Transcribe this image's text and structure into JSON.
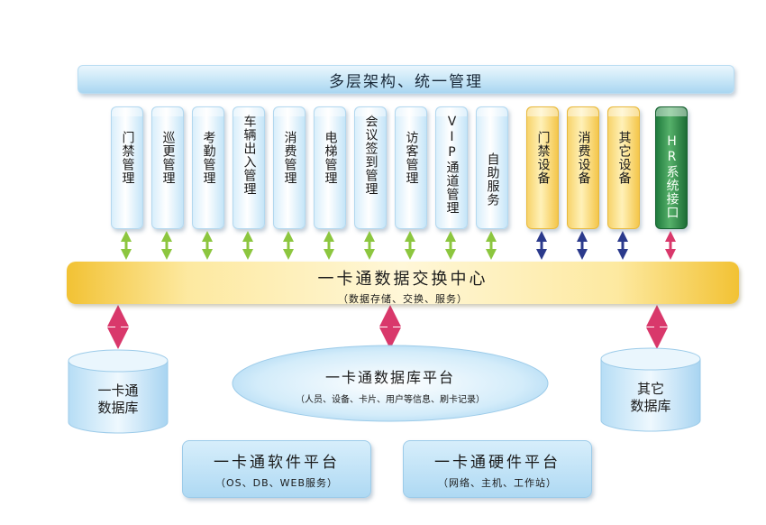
{
  "header": {
    "title": "多层架构、统一管理"
  },
  "modules": [
    {
      "label": "门禁管理",
      "style": "blue"
    },
    {
      "label": "巡更管理",
      "style": "blue"
    },
    {
      "label": "考勤管理",
      "style": "blue"
    },
    {
      "label": "车辆出入管理",
      "style": "blue"
    },
    {
      "label": "消费管理",
      "style": "blue"
    },
    {
      "label": "电梯管理",
      "style": "blue"
    },
    {
      "label": "会议签到管理",
      "style": "blue"
    },
    {
      "label": "访客管理",
      "style": "blue"
    },
    {
      "label": "VIP通道管理",
      "style": "blue"
    },
    {
      "label": "自助服务",
      "style": "blue"
    },
    {
      "label": "门禁设备",
      "style": "yellow"
    },
    {
      "label": "消费设备",
      "style": "yellow"
    },
    {
      "label": "其它设备",
      "style": "yellow"
    },
    {
      "label": "HR系统接口",
      "style": "green"
    }
  ],
  "arrow_colors": {
    "green": "#8cc63f",
    "navy": "#2b3a8c",
    "pink": "#d9386b"
  },
  "exchange": {
    "title": "一卡通数据交换中心",
    "subtitle": "（数据存储、交换、服务）"
  },
  "databases": {
    "left": {
      "line1": "一卡通",
      "line2": "数据库"
    },
    "center": {
      "title": "一卡通数据库平台",
      "subtitle": "（人员、设备、卡片、用户等信息、刷卡记录）"
    },
    "right": {
      "line1": "其它",
      "line2": "数据库"
    }
  },
  "platforms": {
    "software": {
      "title": "一卡通软件平台",
      "subtitle": "（OS、DB、WEB服务）"
    },
    "hardware": {
      "title": "一卡通硬件平台",
      "subtitle": "（网络、主机、工作站）"
    }
  }
}
